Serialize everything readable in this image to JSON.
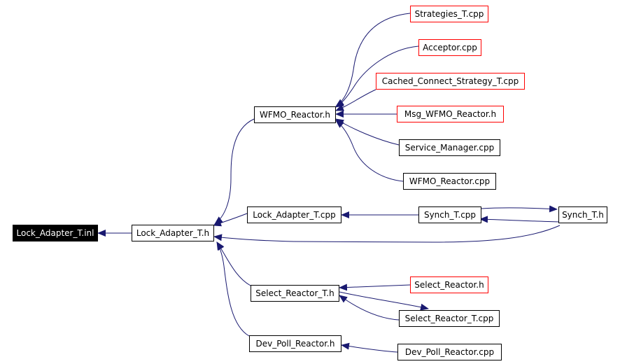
{
  "nodes": {
    "lock_adapter_inl": "Lock_Adapter_T.inl",
    "lock_adapter_h": "Lock_Adapter_T.h",
    "wfmo_reactor_h": "WFMO_Reactor.h",
    "lock_adapter_cpp": "Lock_Adapter_T.cpp",
    "select_reactor_t_h": "Select_Reactor_T.h",
    "dev_poll_reactor_h": "Dev_Poll_Reactor.h",
    "strategies_cpp": "Strategies_T.cpp",
    "acceptor_cpp": "Acceptor.cpp",
    "cached_connect_cpp": "Cached_Connect_Strategy_T.cpp",
    "msg_wfmo_reactor_h": "Msg_WFMO_Reactor.h",
    "service_manager_cpp": "Service_Manager.cpp",
    "wfmo_reactor_cpp": "WFMO_Reactor.cpp",
    "synch_cpp": "Synch_T.cpp",
    "synch_h": "Synch_T.h",
    "select_reactor_h": "Select_Reactor.h",
    "select_reactor_t_cpp": "Select_Reactor_T.cpp",
    "dev_poll_reactor_cpp": "Dev_Poll_Reactor.cpp"
  },
  "colors": {
    "edge": "#191970",
    "root_fill": "#000000",
    "missing_border": "#ff0000"
  }
}
